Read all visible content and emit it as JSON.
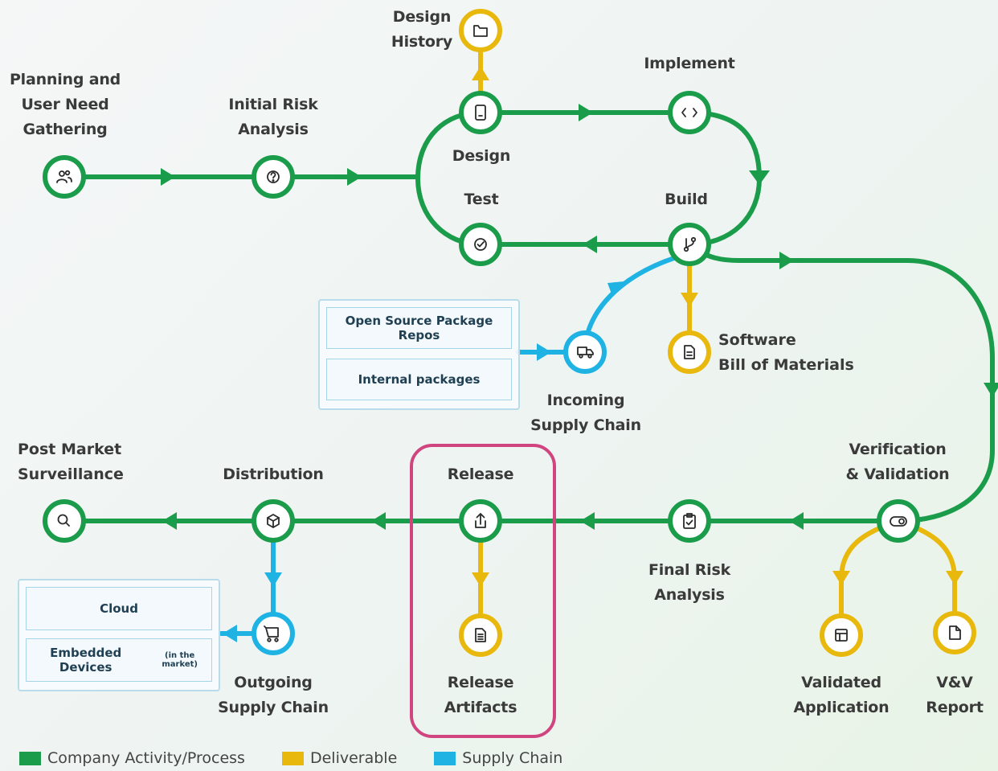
{
  "colors": {
    "process": "#1a9c4a",
    "deliverable": "#e8b80c",
    "supply": "#1fb3e4",
    "highlight": "#d0457f"
  },
  "nodes": {
    "planning": {
      "label1": "Planning and",
      "label2": "User Need",
      "label3": "Gathering",
      "icon": "users-icon"
    },
    "initial_risk": {
      "label1": "Initial Risk",
      "label2": "Analysis",
      "icon": "question-icon"
    },
    "design": {
      "label": "Design",
      "icon": "tablet-icon"
    },
    "design_history": {
      "label1": "Design",
      "label2": "History",
      "icon": "folder-icon"
    },
    "implement": {
      "label": "Implement",
      "icon": "code-icon"
    },
    "build": {
      "label": "Build",
      "icon": "git-branch-icon"
    },
    "test": {
      "label": "Test",
      "icon": "check-circle-icon"
    },
    "sbom": {
      "label1": "Software",
      "label2": "Bill of Materials",
      "icon": "document-icon"
    },
    "incoming": {
      "label1": "Incoming",
      "label2": "Supply Chain",
      "icon": "truck-icon"
    },
    "vv": {
      "label1": "Verification",
      "label2": "& Validation",
      "icon": "toggle-icon"
    },
    "validated_app": {
      "label1": "Validated",
      "label2": "Application",
      "icon": "layout-icon"
    },
    "vv_report": {
      "label1": "V&V",
      "label2": "Report",
      "icon": "file-icon"
    },
    "final_risk": {
      "label1": "Final Risk",
      "label2": "Analysis",
      "icon": "clipboard-check-icon"
    },
    "release": {
      "label": "Release",
      "icon": "upload-icon"
    },
    "release_artifacts": {
      "label1": "Release",
      "label2": "Artifacts",
      "icon": "document-icon"
    },
    "distribution": {
      "label": "Distribution",
      "icon": "package-icon"
    },
    "outgoing": {
      "label1": "Outgoing",
      "label2": "Supply Chain",
      "icon": "cart-icon"
    },
    "post_market": {
      "label1": "Post Market",
      "label2": "Surveillance",
      "icon": "search-icon"
    }
  },
  "incoming_sources": [
    "Open Source Package Repos",
    "Internal packages"
  ],
  "outgoing_targets": {
    "cloud": "Cloud",
    "embedded": "Embedded Devices",
    "embedded_note": "(in the market)"
  },
  "legend": [
    {
      "label": "Company Activity/Process",
      "color": "#1a9c4a"
    },
    {
      "label": "Deliverable",
      "color": "#e8b80c"
    },
    {
      "label": "Supply Chain",
      "color": "#1fb3e4"
    }
  ]
}
